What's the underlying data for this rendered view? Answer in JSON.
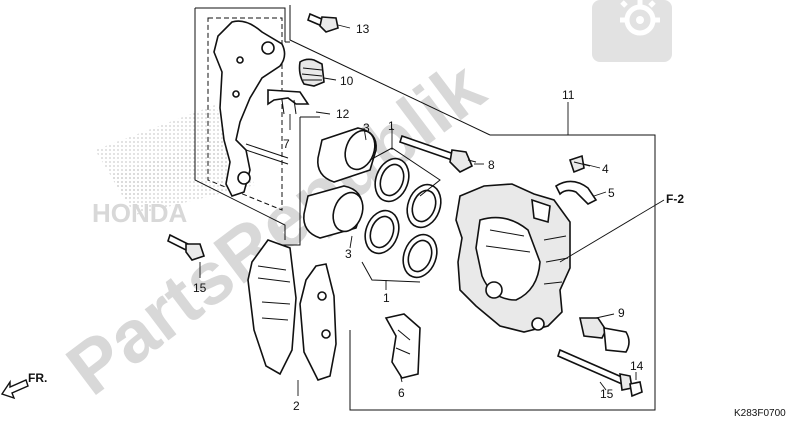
{
  "watermark": {
    "text": "PartsRepublik",
    "brand_text": "HONDA"
  },
  "diagram_code": "K283F0700",
  "reference_tag": "F-2",
  "direction_label": "FR.",
  "callouts": [
    "1",
    "1",
    "2",
    "3",
    "3",
    "4",
    "5",
    "6",
    "7",
    "8",
    "9",
    "10",
    "11",
    "12",
    "13",
    "14",
    "15",
    "15"
  ],
  "colors": {
    "line": "#111111",
    "watermark": "#d8d8d8",
    "background": "#ffffff"
  }
}
